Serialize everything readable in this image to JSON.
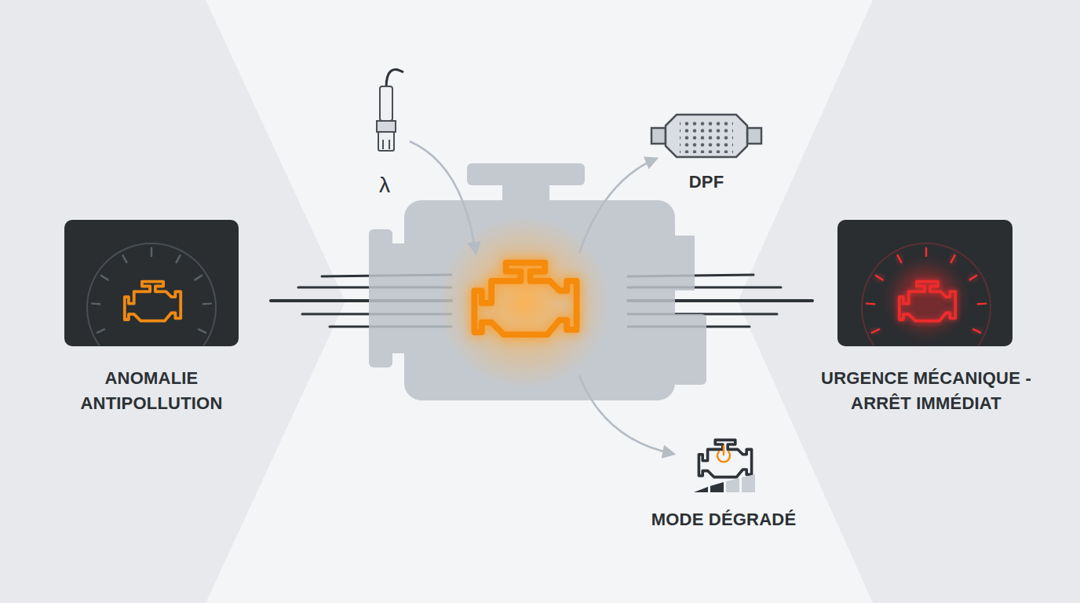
{
  "diagram": {
    "nodes": [
      {
        "text": [
          "ANOMALIE ANTIPOLLUTION"
        ]
      },
      {
        "text": [
          "λ"
        ]
      },
      {
        "text": [
          "DPF"
        ]
      },
      {
        "text": [
          "MODE DÉGRADÉ"
        ]
      },
      {
        "text": [
          "URGENCE MÉCANIQUE - ARRÊT IMMÉDIAT"
        ]
      }
    ]
  }
}
